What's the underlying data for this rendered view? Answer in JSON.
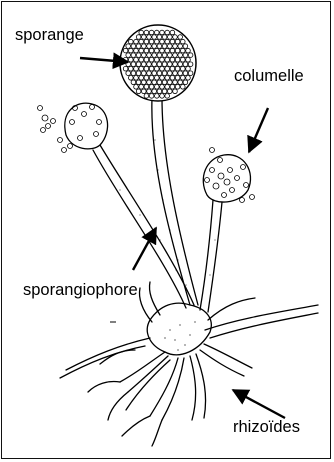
{
  "labels": {
    "sporange": "sporange",
    "columelle": "columelle",
    "sporangiophore": "sporangiophore",
    "rhizoides": "rhizoïdes"
  },
  "colors": {
    "ink": "#000000",
    "background": "#ffffff"
  },
  "icons": [
    "arrow-icon"
  ]
}
